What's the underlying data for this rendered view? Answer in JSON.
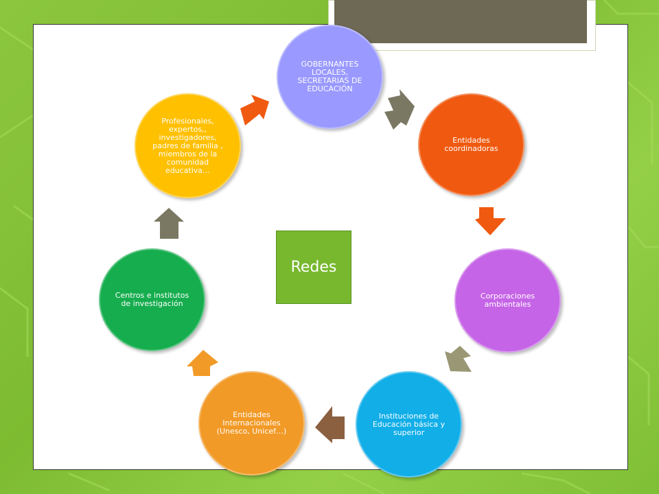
{
  "diagram": {
    "center": {
      "label": "Redes",
      "color": "#77b82e"
    },
    "nodes": [
      {
        "id": "gobernantes",
        "label": "GOBERNANTES LOCALES, SECRETARIAS DE EDUCACIÓN",
        "color": "#9999ff"
      },
      {
        "id": "coordinadoras",
        "label": "Entidades coordinadoras",
        "color": "#f05a10"
      },
      {
        "id": "corporaciones",
        "label": "Corporaciones ambientales",
        "color": "#c564e6"
      },
      {
        "id": "instituciones",
        "label": "Instituciones de Educación básica y superior",
        "color": "#11aee8"
      },
      {
        "id": "internacionales",
        "label": "Entidades Internacionales (Unesco, Unicef…)",
        "color": "#f29a27"
      },
      {
        "id": "centros",
        "label": "Centros e institutos de investigación",
        "color": "#16ad4e"
      },
      {
        "id": "profesionales",
        "label": "Profesionales, expertos,, investigadores, padres de familia , miembros de la comunidad educativa…",
        "color": "#ffc000"
      }
    ],
    "arrow_colors": {
      "a1": "#7a7763",
      "a2": "#f05a10",
      "a3": "#9a9774",
      "a4": "#8b6040",
      "a5": "#f29a27",
      "a6": "#7a7763",
      "a7": "#f05a10"
    }
  }
}
